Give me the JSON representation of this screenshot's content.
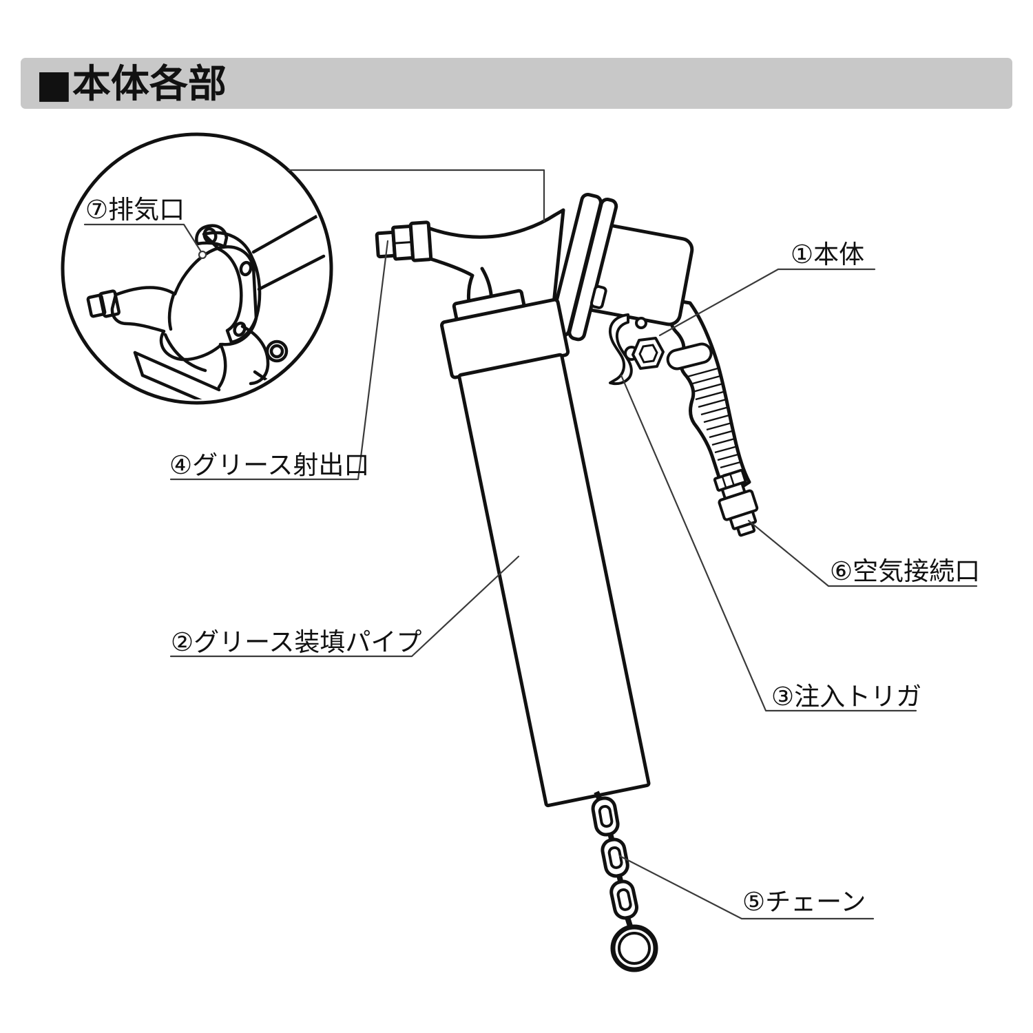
{
  "header": {
    "title": "■本体各部"
  },
  "diagram": {
    "labels": {
      "body": "①本体",
      "pipe": "②グリース装填パイプ",
      "trigger": "③注入トリガ",
      "outlet": "④グリース射出口",
      "chain": "⑤チェーン",
      "air": "⑥空気接続口",
      "exhaust": "⑦排気口"
    },
    "colors": {
      "line": "#111111",
      "leader": "#3a3a3a",
      "header_bg": "#c8c8c8",
      "background": "#ffffff"
    }
  }
}
